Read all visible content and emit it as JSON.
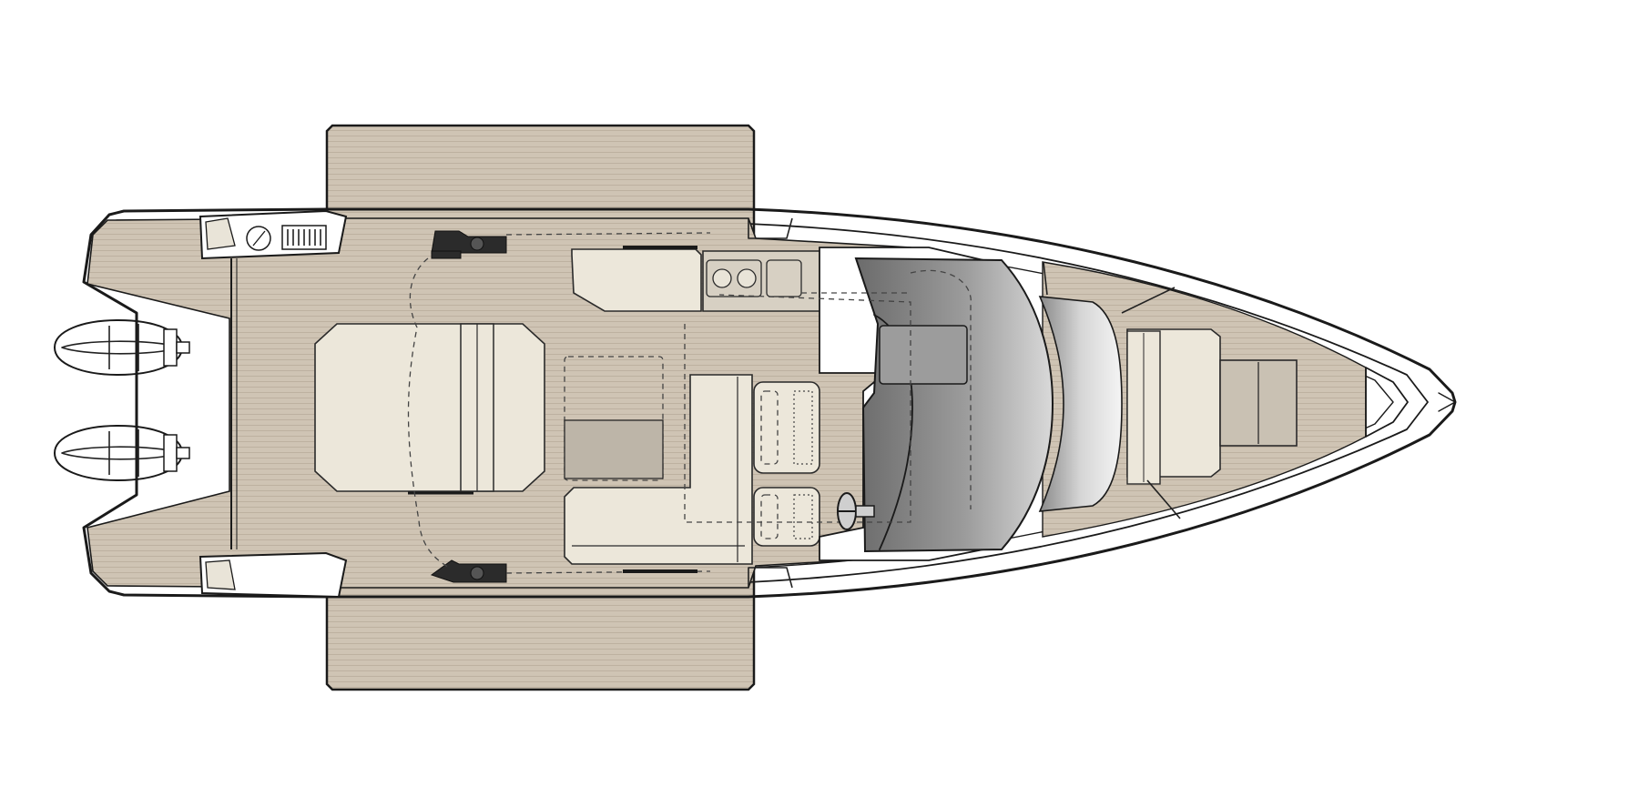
{
  "colors": {
    "background": "#ffffff",
    "teak": "#cfc4b4",
    "teak_stripe": "#bdb1a0",
    "cushion": "#ece7da",
    "cushion_shade": "#c9c1b3",
    "hull": "#ffffff",
    "outline": "#1a1a1a",
    "glass_dark": "#6b6b6b",
    "glass_light": "#f2f2f2",
    "hardware": "#2b2b2b"
  },
  "icons": {
    "outboard_engine": "outboard-engine-icon",
    "steering_wheel": "steering-wheel-icon",
    "sink": "sink-icon",
    "cleat": "cleat-icon",
    "gauge": "gauge-icon",
    "grille": "vent-grille-icon"
  },
  "plan": {
    "view": "top-view",
    "outboard_engines": 2,
    "cleats": 2,
    "stove_burners": 2
  }
}
